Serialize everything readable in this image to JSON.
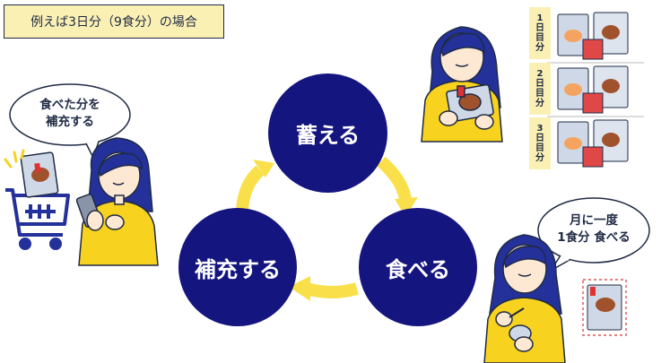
{
  "tag": {
    "text": "例えば3日分（9食分）の場合"
  },
  "cycle": {
    "store": "蓄える",
    "eat": "食べる",
    "refill": "補充する"
  },
  "bubbles": {
    "left_line1": "食べた分を",
    "left_line2": "補充する",
    "right_line1": "月に一度",
    "right_line2": "1食分 食べる"
  },
  "days": [
    {
      "num": "1",
      "c1": "日",
      "c2": "目",
      "c3": "分"
    },
    {
      "num": "2",
      "c1": "日",
      "c2": "目",
      "c3": "分"
    },
    {
      "num": "3",
      "c1": "日",
      "c2": "目",
      "c3": "分"
    }
  ],
  "colors": {
    "circle": "#14157f",
    "arrow": "#f9e04a",
    "outline": "#1f2a44",
    "hair": "#24319a",
    "sweater": "#f7d21e",
    "skin": "#fde8d4",
    "tag_bg": "#fbf0b4"
  }
}
